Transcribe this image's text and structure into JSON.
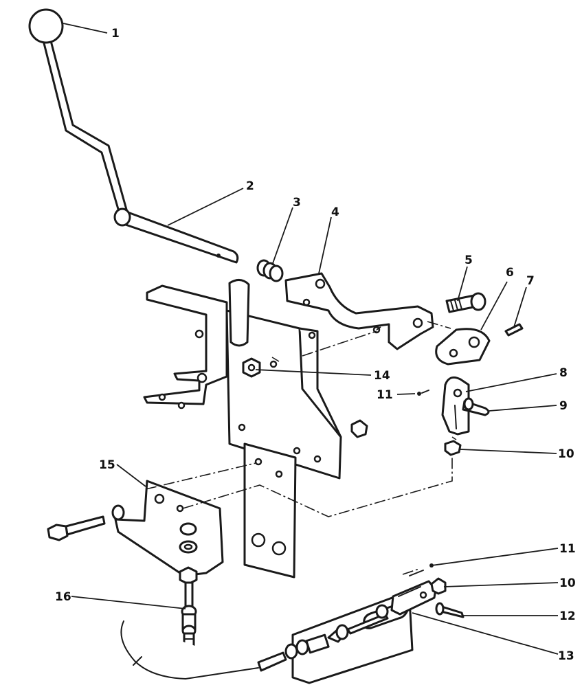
{
  "callouts": [
    {
      "id": "c1",
      "label": "1"
    },
    {
      "id": "c2",
      "label": "2"
    },
    {
      "id": "c3",
      "label": "3"
    },
    {
      "id": "c4",
      "label": "4"
    },
    {
      "id": "c5",
      "label": "5"
    },
    {
      "id": "c6",
      "label": "6"
    },
    {
      "id": "c7",
      "label": "7"
    },
    {
      "id": "c8",
      "label": "8"
    },
    {
      "id": "c9",
      "label": "9"
    },
    {
      "id": "c10",
      "label": "10"
    },
    {
      "id": "c11",
      "label": "11"
    },
    {
      "id": "c14",
      "label": "14"
    },
    {
      "id": "c15",
      "label": "15"
    },
    {
      "id": "c16",
      "label": "16"
    },
    {
      "id": "c11b",
      "label": "11"
    },
    {
      "id": "c10b",
      "label": "10"
    },
    {
      "id": "c12",
      "label": "12"
    },
    {
      "id": "c13",
      "label": "13"
    }
  ],
  "colors": {
    "ink": "#1a1a1a",
    "paper": "#ffffff"
  }
}
